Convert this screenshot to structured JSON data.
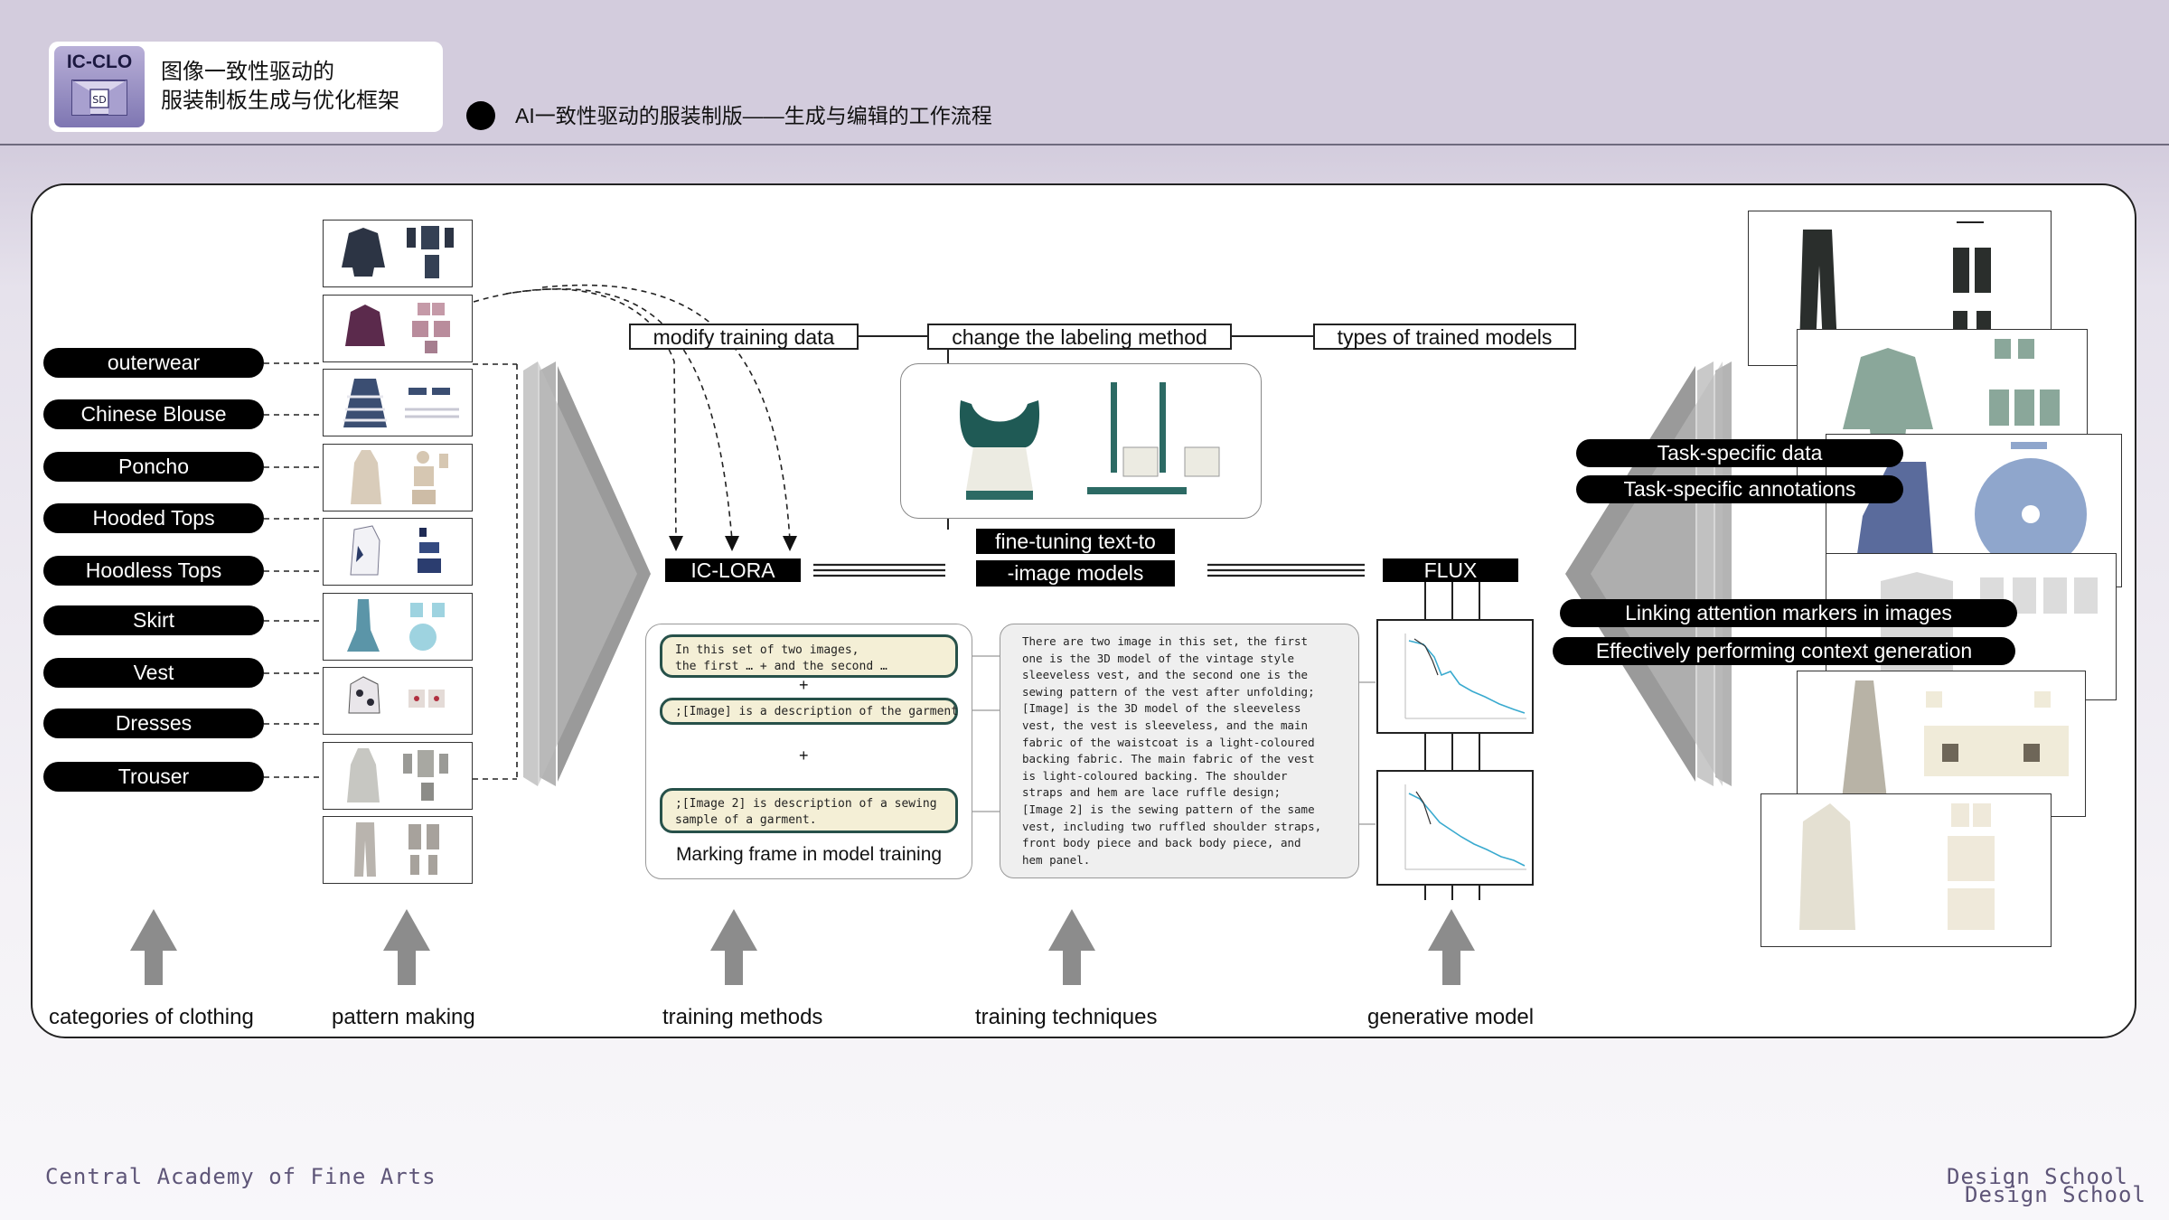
{
  "header": {
    "logo_text": "IC-CLO",
    "logo_badge": "SD",
    "title_line1": "图像一致性驱动的",
    "title_line2": "服装制板生成与优化框架",
    "subtitle": "AI一致性驱动的服装制版——生成与编辑的工作流程"
  },
  "categories": [
    "outerwear",
    "Chinese Blouse",
    "Poncho",
    "Hooded Tops",
    "Hoodless Tops",
    "Skirt",
    "Vest",
    "Dresses",
    "Trouser"
  ],
  "top_labels": {
    "modify": "modify training data",
    "labeling": "change the labeling method",
    "types": "types of trained models"
  },
  "models": {
    "ic_lora": "IC-LORA",
    "finetune_line1": "fine-tuning text-to",
    "finetune_line2": "-image models",
    "flux": "FLUX"
  },
  "marking": {
    "box1_line1": "In this set of two images,",
    "box1_line2": "the first … + and the second …",
    "plus": "+",
    "box2": ";[Image] is a description of the garment",
    "box3_line1": ";[Image 2] is description of a sewing",
    "box3_line2": "sample of a garment.",
    "caption": "Marking frame in model training"
  },
  "description_lines": [
    "There are two image in this set, the first",
    "one is the 3D model of the vintage style",
    "sleeveless vest, and the second one is the",
    "sewing pattern of the vest after unfolding;",
    "[Image] is the 3D model of the sleeveless",
    "vest, the vest is sleeveless, and the main",
    "fabric of the waistcoat is a light-coloured",
    "backing fabric. The main fabric of the vest",
    "is light-coloured backing. The shoulder",
    "straps and hem are lace ruffle design;",
    "[Image 2] is the sewing pattern of the same",
    "vest, including two ruffled shoulder straps,",
    "front body piece and back body piece, and",
    "hem panel."
  ],
  "right_labels": [
    "Task-specific data",
    "Task-specific annotations",
    "Linking attention markers in images",
    "Effectively performing context generation"
  ],
  "bottom_labels": [
    "categories of clothing",
    "pattern making",
    "training methods",
    "training techniques",
    "generative model"
  ],
  "footer": {
    "left": "Central Academy of Fine Arts",
    "right": "Design School"
  },
  "colors": {
    "header_band": "#d3ccdd",
    "footer_text": "#5e5578",
    "code_border": "#27514a",
    "code_fill": "#f4efd6",
    "arrow_gray": "#8c8c8c",
    "chart_line": "#39aacf"
  }
}
